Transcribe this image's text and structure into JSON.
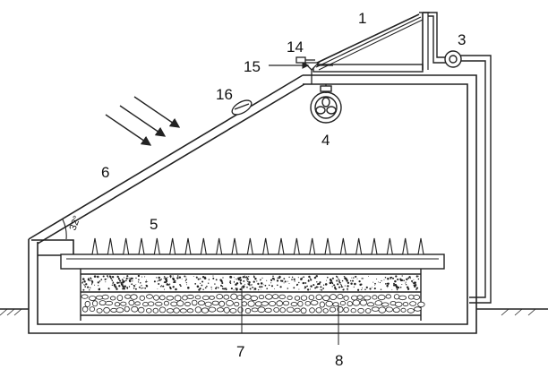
{
  "labels": {
    "l1": "1",
    "l3": "3",
    "l4": "4",
    "l5": "5",
    "l6": "6",
    "l7": "7",
    "l8": "8",
    "l14": "14",
    "l15": "15",
    "l16": "16",
    "angle": "32°"
  },
  "counts": {
    "seedlings": 22
  },
  "colors": {
    "stroke": "#222222",
    "background": "#ffffff",
    "pebble_fill": "#ffffff"
  },
  "icons": {
    "fan": "fan-icon",
    "pump": "pump-icon",
    "valve": "valve-icon",
    "sun_rays": "sunlight-arrows-icon"
  }
}
